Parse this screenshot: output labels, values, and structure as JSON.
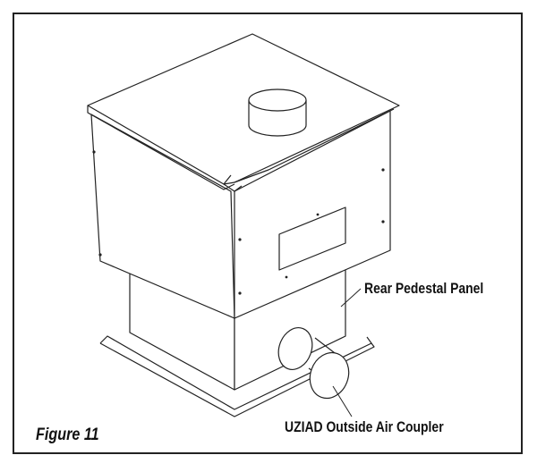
{
  "figure_label": "Figure 11",
  "callouts": {
    "rear_pedestal_panel": "Rear Pedestal Panel",
    "outside_air_coupler": "UZIAD Outside Air Coupler"
  }
}
